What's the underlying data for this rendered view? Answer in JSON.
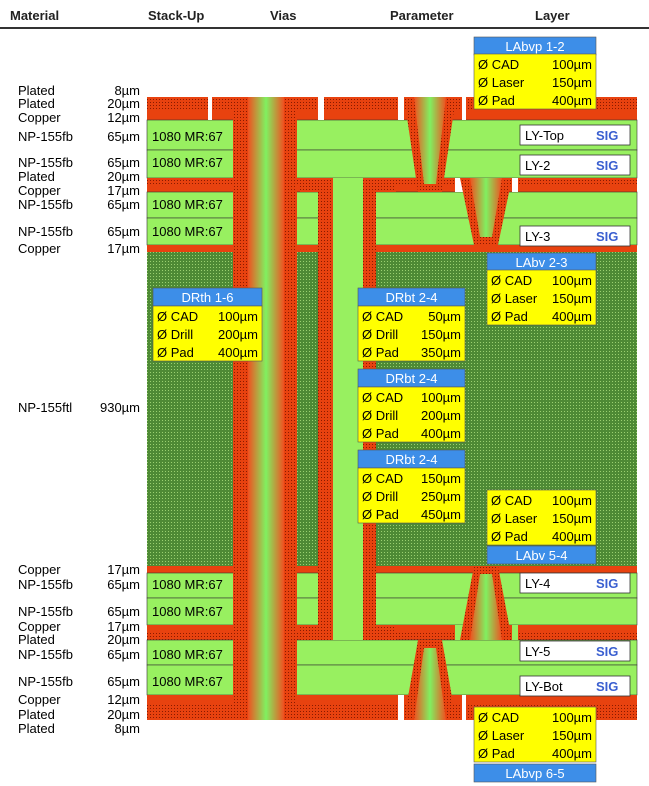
{
  "header": {
    "material": "Material",
    "stackup": "Stack-Up",
    "vias": "Vias",
    "parameter": "Parameter",
    "layer": "Layer"
  },
  "layers": [
    {
      "material": "Plated",
      "thickness": "8µm"
    },
    {
      "material": "Plated",
      "thickness": "20µm"
    },
    {
      "material": "Copper",
      "thickness": "12µm"
    },
    {
      "material": "NP-155fb",
      "thickness": "65µm",
      "label": "1080 MR:67"
    },
    {
      "material": "NP-155fb",
      "thickness": "65µm",
      "label": "1080 MR:67"
    },
    {
      "material": "Plated",
      "thickness": "20µm"
    },
    {
      "material": "Copper",
      "thickness": "17µm"
    },
    {
      "material": "NP-155fb",
      "thickness": "65µm",
      "label": "1080 MR:67"
    },
    {
      "material": "NP-155fb",
      "thickness": "65µm",
      "label": "1080 MR:67"
    },
    {
      "material": "Copper",
      "thickness": "17µm"
    },
    {
      "material": "NP-155ftl",
      "thickness": "930µm"
    },
    {
      "material": "Copper",
      "thickness": "17µm"
    },
    {
      "material": "NP-155fb",
      "thickness": "65µm",
      "label": "1080 MR:67"
    },
    {
      "material": "NP-155fb",
      "thickness": "65µm",
      "label": "1080 MR:67"
    },
    {
      "material": "Copper",
      "thickness": "17µm"
    },
    {
      "material": "Plated",
      "thickness": "20µm"
    },
    {
      "material": "NP-155fb",
      "thickness": "65µm",
      "label": "1080 MR:67"
    },
    {
      "material": "NP-155fb",
      "thickness": "65µm",
      "label": "1080 MR:67"
    },
    {
      "material": "Copper",
      "thickness": "12µm"
    },
    {
      "material": "Plated",
      "thickness": "20µm"
    },
    {
      "material": "Plated",
      "thickness": "8µm"
    }
  ],
  "layer_tags": [
    {
      "name": "LY-Top",
      "type": "SIG"
    },
    {
      "name": "LY-2",
      "type": "SIG"
    },
    {
      "name": "LY-3",
      "type": "SIG"
    },
    {
      "name": "LY-4",
      "type": "SIG"
    },
    {
      "name": "LY-5",
      "type": "SIG"
    },
    {
      "name": "LY-Bot",
      "type": "SIG"
    }
  ],
  "via_params": [
    {
      "title": "LAbvp 1-2",
      "rows": [
        [
          "Ø CAD",
          "100µm"
        ],
        [
          "Ø Laser",
          "150µm"
        ],
        [
          "Ø Pad",
          "400µm"
        ]
      ]
    },
    {
      "title": "LAbv 2-3",
      "rows": [
        [
          "Ø CAD",
          "100µm"
        ],
        [
          "Ø Laser",
          "150µm"
        ],
        [
          "Ø Pad",
          "400µm"
        ]
      ]
    },
    {
      "title": "DRth 1-6",
      "rows": [
        [
          "Ø CAD",
          "100µm"
        ],
        [
          "Ø Drill",
          "200µm"
        ],
        [
          "Ø Pad",
          "400µm"
        ]
      ]
    },
    {
      "title": "DRbt 2-4",
      "rows": [
        [
          "Ø CAD",
          "50µm"
        ],
        [
          "Ø Drill",
          "150µm"
        ],
        [
          "Ø Pad",
          "350µm"
        ]
      ]
    },
    {
      "title": "DRbt 2-4",
      "rows": [
        [
          "Ø CAD",
          "100µm"
        ],
        [
          "Ø Drill",
          "200µm"
        ],
        [
          "Ø Pad",
          "400µm"
        ]
      ]
    },
    {
      "title": "DRbt 2-4",
      "rows": [
        [
          "Ø CAD",
          "150µm"
        ],
        [
          "Ø Drill",
          "250µm"
        ],
        [
          "Ø Pad",
          "450µm"
        ]
      ]
    },
    {
      "title": "LAbv 5-4",
      "rows": [
        [
          "Ø CAD",
          "100µm"
        ],
        [
          "Ø Laser",
          "150µm"
        ],
        [
          "Ø Pad",
          "400µm"
        ]
      ]
    },
    {
      "title": "LAbvp 6-5",
      "rows": [
        [
          "Ø CAD",
          "100µm"
        ],
        [
          "Ø Laser",
          "150µm"
        ],
        [
          "Ø Pad",
          "400µm"
        ]
      ]
    }
  ],
  "colors": {
    "copper": "#e8420f",
    "prepreg": "#98f060",
    "core": "#4e8a35",
    "title": "#3d8ee8",
    "param": "#ffff00"
  }
}
